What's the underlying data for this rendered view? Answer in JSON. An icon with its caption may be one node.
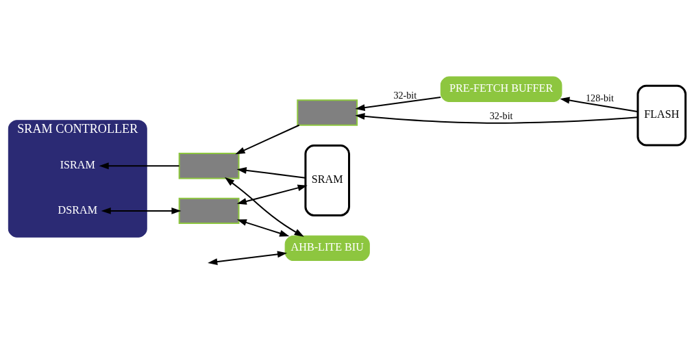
{
  "diagram": {
    "nodes": [
      {
        "text": [
          "SRAM CONTROLLER"
        ]
      },
      {
        "text": [
          "ISRAM"
        ],
        "in": 0
      },
      {
        "text": [
          "DSRAM"
        ],
        "in": 0
      },
      {
        "text": [],
        "shape": "trapezoid"
      },
      {
        "text": [],
        "shape": "trapezoid"
      },
      {
        "text": [],
        "shape": "trapezoid"
      },
      {
        "text": [
          "PRE-FETCH BUFFER"
        ]
      },
      {
        "text": [
          "FLASH"
        ]
      },
      {
        "text": [
          "AHB-LITE BIU"
        ]
      },
      {
        "text": [
          "SRAM"
        ]
      }
    ],
    "edges": [
      {
        "from": 3,
        "to": 1,
        "arrow": "to"
      },
      {
        "from": 4,
        "to": 3,
        "arrow": "to"
      },
      {
        "from": 6,
        "to": 4,
        "arrow": "to",
        "label": "32-bit"
      },
      {
        "from": 7,
        "to": 6,
        "arrow": "to",
        "label": "128-bit"
      },
      {
        "from": 7,
        "to": 4,
        "arrow": "to",
        "label": "32-bit"
      },
      {
        "from": 9,
        "to": 3,
        "arrow": "to"
      },
      {
        "from": 3,
        "to": 8,
        "arrow": "both"
      },
      {
        "from": 5,
        "to": 8,
        "arrow": "both"
      },
      {
        "from": 8,
        "to": null,
        "arrow": "both"
      },
      {
        "from": 2,
        "to": 5,
        "arrow": "both"
      },
      {
        "from": 5,
        "to": 9,
        "arrow": "both"
      }
    ]
  }
}
